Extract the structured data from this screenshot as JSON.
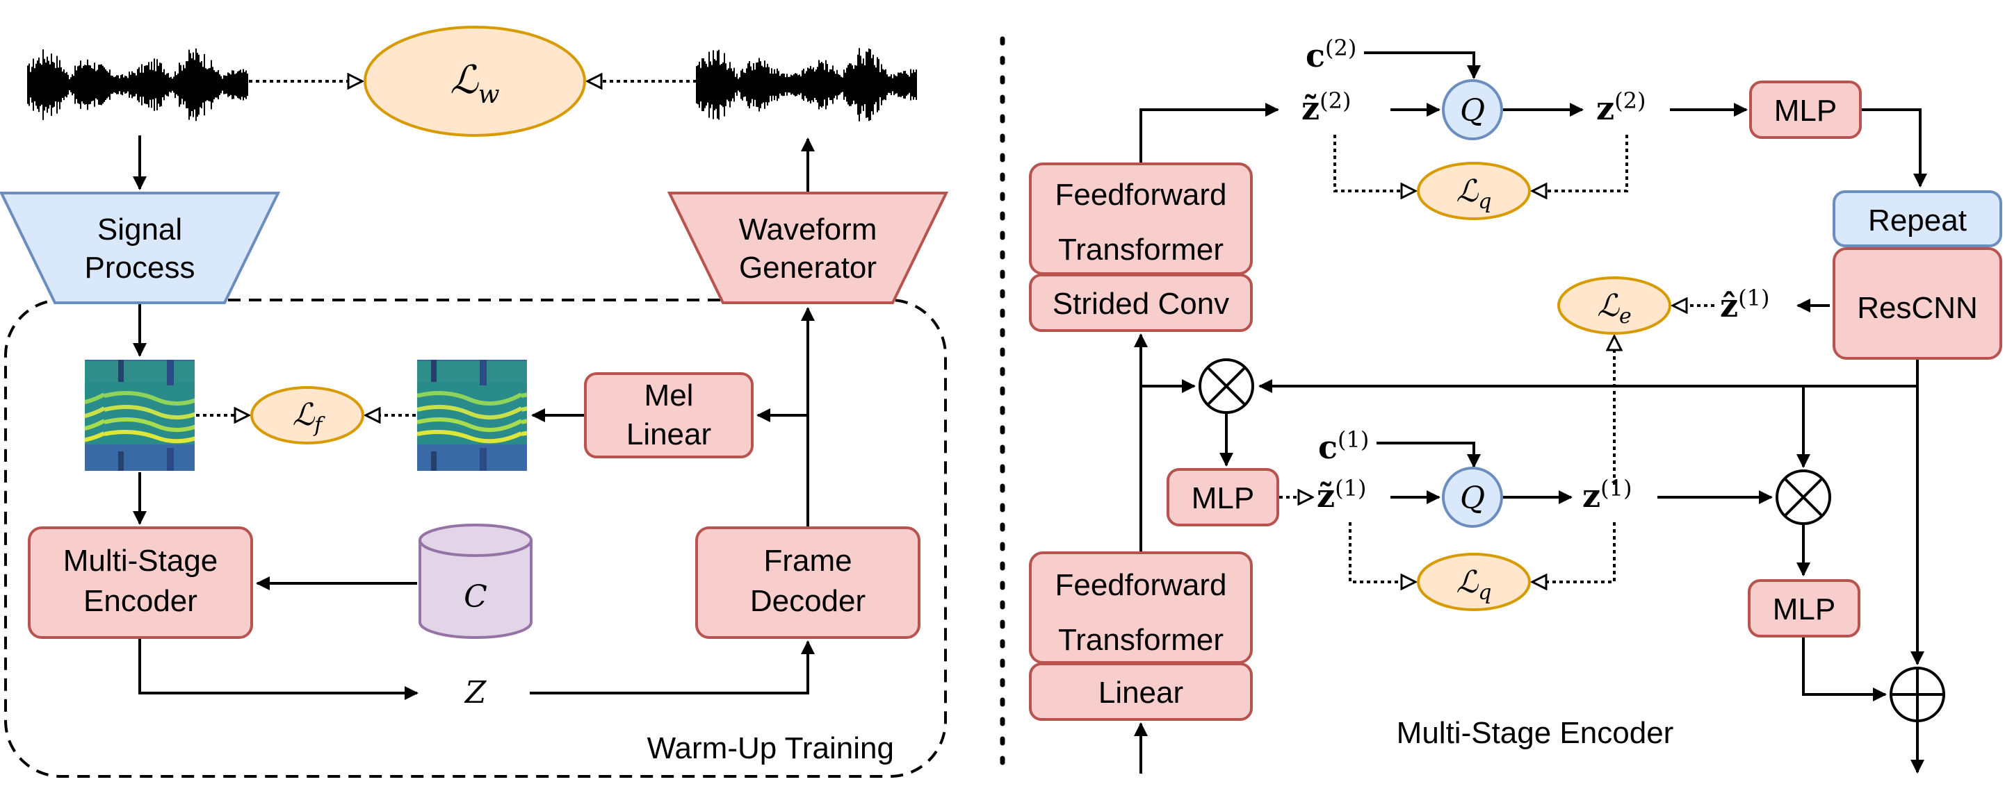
{
  "left": {
    "signal_process": [
      "Signal",
      "Process"
    ],
    "waveform_generator": [
      "Waveform",
      "Generator"
    ],
    "loss_w": "ℒ",
    "loss_w_sub": "w",
    "loss_f": "ℒ",
    "loss_f_sub": "f",
    "mel_linear": [
      "Mel",
      "Linear"
    ],
    "multi_stage_encoder": [
      "Multi-Stage",
      "Encoder"
    ],
    "codebook": "C",
    "frame_decoder": [
      "Frame",
      "Decoder"
    ],
    "z_label": "Z",
    "region_label": "Warm-Up Training"
  },
  "right": {
    "ff_transformer_top": [
      "Feedforward",
      "Transformer"
    ],
    "strided_conv": "Strided Conv",
    "ff_transformer_bottom": [
      "Feedforward",
      "Transformer"
    ],
    "linear": "Linear",
    "mlp_top": "MLP",
    "repeat": "Repeat",
    "rescnn": "ResCNN",
    "mlp_mid": "MLP",
    "mlp_bottom": "MLP",
    "q_label": "Q",
    "c2": "c",
    "c2_sup": "(2)",
    "ztilde2": "z̃",
    "ztilde2_sup": "(2)",
    "z2": "z",
    "z2_sup": "(2)",
    "c1": "c",
    "c1_sup": "(1)",
    "ztilde1": "z̃",
    "ztilde1_sup": "(1)",
    "z1": "z",
    "z1_sup": "(1)",
    "zhat1": "ẑ",
    "zhat1_sup": "(1)",
    "loss_q": "ℒ",
    "loss_q_sub": "q",
    "loss_e": "ℒ",
    "loss_e_sub": "e",
    "region_label": "Multi-Stage Encoder"
  },
  "colors": {
    "red_fill": "#f8cecc",
    "red_stroke": "#b85450",
    "blue_fill": "#dae8fc",
    "blue_stroke": "#6c8ebf",
    "orange_fill": "#ffe6cc",
    "orange_stroke": "#d79b00",
    "purple_fill": "#e1d5e7",
    "purple_stroke": "#9673a6"
  }
}
